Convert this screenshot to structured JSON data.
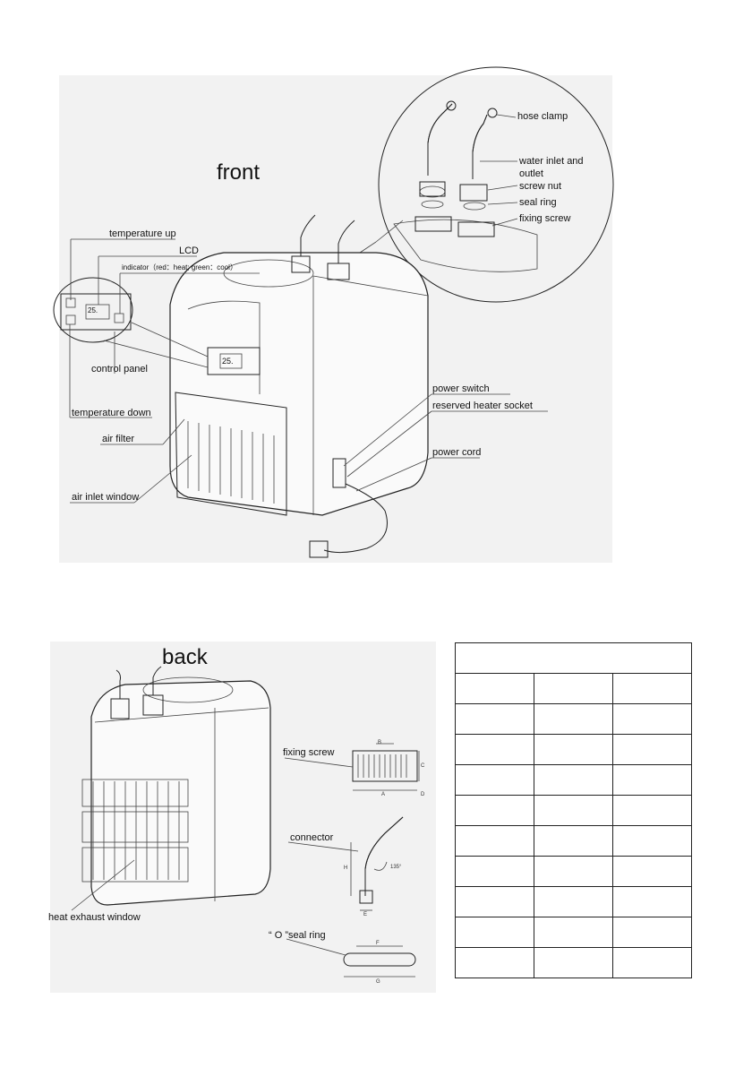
{
  "front": {
    "title": "front",
    "labels": {
      "hose_clamp": "hose clamp",
      "water_inlet_1": "water  inlet  and",
      "water_inlet_2": "outlet",
      "screw_nut": "screw  nut",
      "seal_ring": "seal  ring",
      "fixing_screw": "fixing screw",
      "temperature_up": "temperature  up",
      "lcd": "LCD",
      "indicator": "indicator（red：heat;  green：cool）",
      "control_panel": "control panel",
      "temperature_down": "temperature  down",
      "air_filter": "air  filter",
      "air_inlet_window": "air  inlet  window",
      "power_switch": "power  switch",
      "reserved_heater_socket": "reserved heater socket",
      "power_cord": "power cord",
      "lcd_reading": "25."
    }
  },
  "back": {
    "title": "back",
    "labels": {
      "heat_exhaust_window": "heat  exhaust  window",
      "fixing_screw": "fixing  screw",
      "connector": "connector",
      "o_seal_ring": "“ O ”seal  ring"
    },
    "dim_letters": {
      "a": "A",
      "b": "B",
      "c": "C",
      "d": "D",
      "e": "E",
      "f": "F",
      "g": "G",
      "h": "H",
      "angle": "135°"
    }
  },
  "spec_table": {
    "rows": 11,
    "cols": 3
  }
}
